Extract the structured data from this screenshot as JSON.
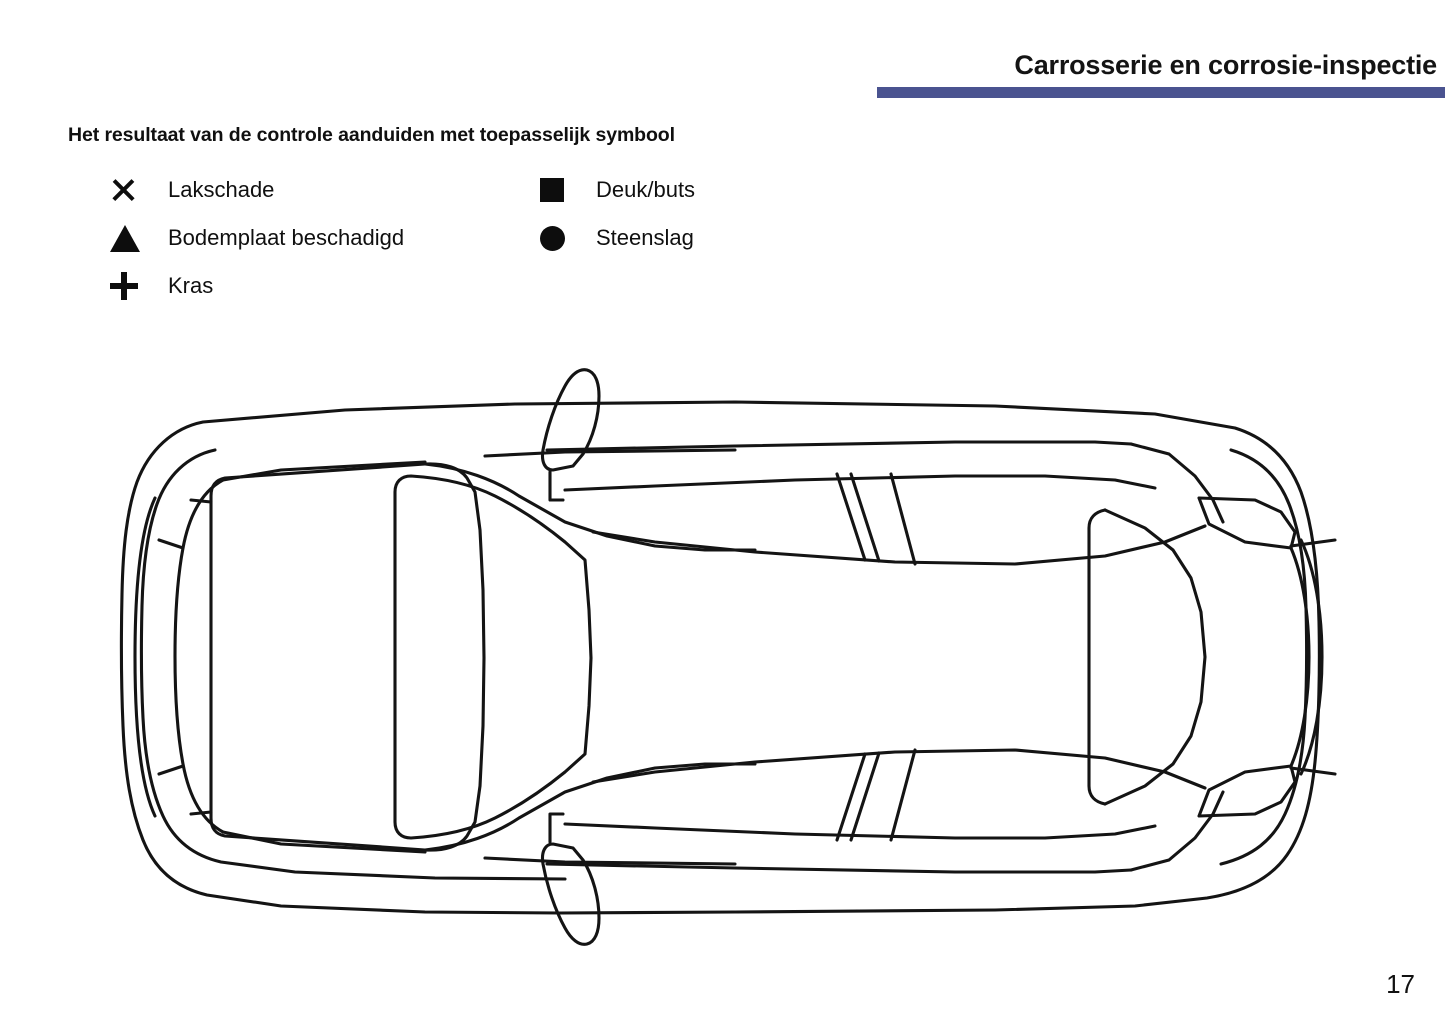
{
  "header": {
    "title": "Carrosserie en corrosie-inspectie",
    "rule_color": "#4a5390"
  },
  "legend": {
    "heading": "Het resultaat van de controle aanduiden met toepasselijk symbool",
    "left_column": [
      {
        "symbol": "x-mark",
        "label": "Lakschade"
      },
      {
        "symbol": "filled-triangle",
        "label": "Bodemplaat beschadigd"
      },
      {
        "symbol": "plus-sign",
        "label": "Kras"
      }
    ],
    "right_column": [
      {
        "symbol": "filled-square",
        "label": "Deuk/buts"
      },
      {
        "symbol": "filled-circle",
        "label": "Steenslag"
      }
    ]
  },
  "diagram": {
    "name": "car-top-view-outline",
    "description": "Top view line drawing of a car body for marking damage locations",
    "stroke_color": "#141414"
  },
  "footer": {
    "page_number": "17"
  }
}
